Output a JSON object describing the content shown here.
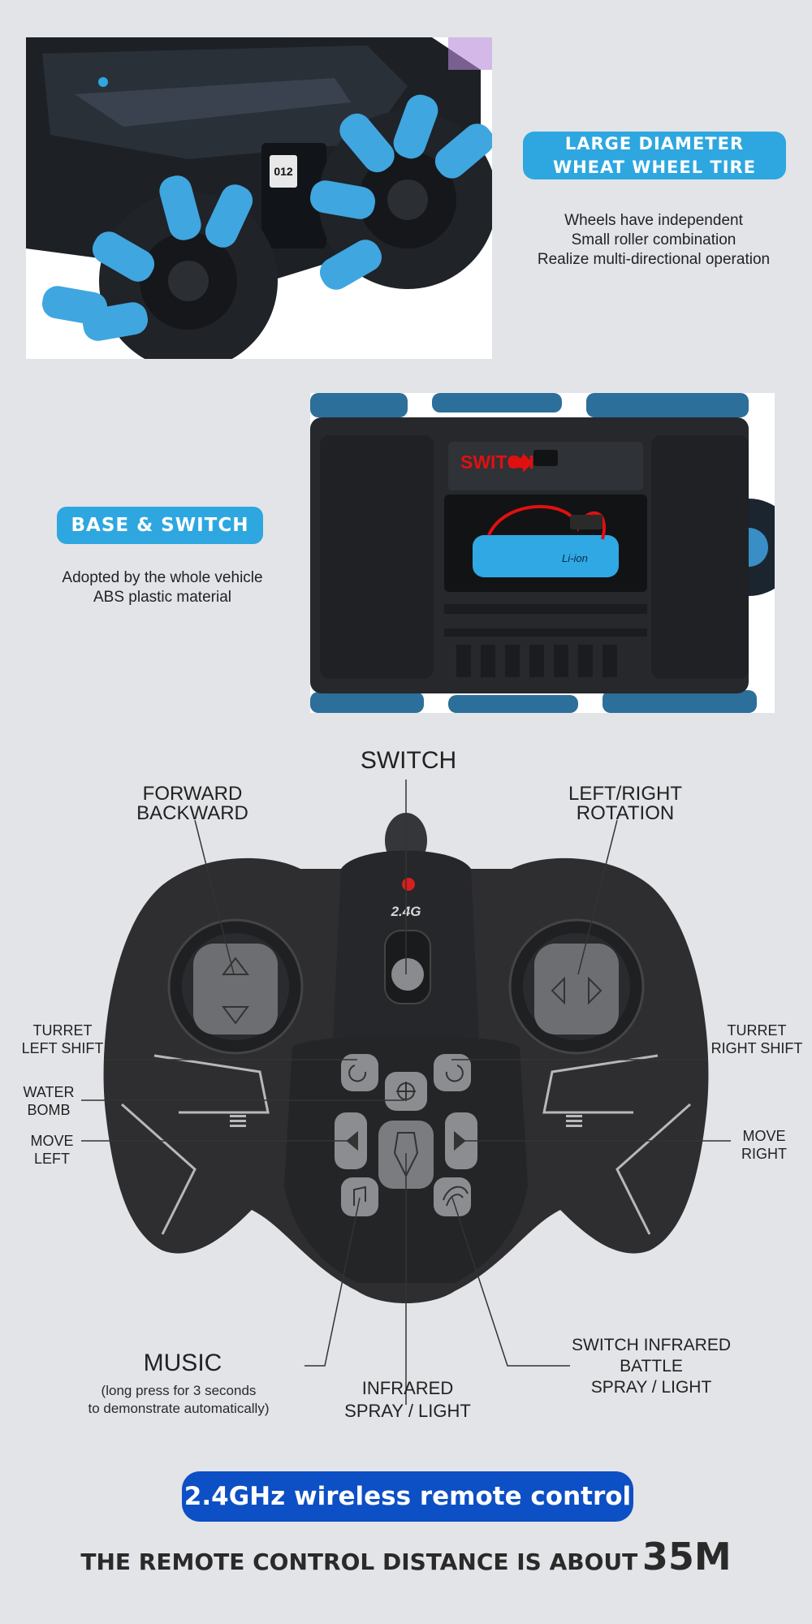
{
  "feature_1": {
    "badge_line1": "LARGE DIAMETER",
    "badge_line2": "WHEAT WHEEL TIRE",
    "desc": [
      "Wheels have independent",
      "Small roller combination",
      "Realize multi-directional operation"
    ],
    "model_label": "012"
  },
  "feature_2": {
    "badge": "BASE & SWITCH",
    "desc": [
      "Adopted by the whole vehicle",
      "ABS plastic material"
    ],
    "switch_callout": "SWITCH",
    "battery_label": "Li-ion"
  },
  "remote": {
    "freq_label": "2.4G",
    "switch": "SWITCH",
    "forward_backward": [
      "FORWARD",
      "BACKWARD"
    ],
    "left_right_rotation": [
      "LEFT/RIGHT",
      "ROTATION"
    ],
    "turret_left": [
      "TURRET",
      "LEFT SHIFT"
    ],
    "turret_right": [
      "TURRET",
      "RIGHT SHIFT"
    ],
    "water_bomb": [
      "WATER",
      "BOMB"
    ],
    "move_left": [
      "MOVE",
      "LEFT"
    ],
    "move_right": [
      "MOVE",
      "RIGHT"
    ],
    "music": "MUSIC",
    "music_note": [
      "(long press for 3 seconds",
      "to demonstrate automatically)"
    ],
    "infrared": [
      "INFRARED",
      "SPRAY / LIGHT"
    ],
    "switch_infrared": [
      "SWITCH INFRARED",
      "BATTLE",
      "SPRAY / LIGHT"
    ]
  },
  "footer": {
    "badge": "2.4GHz wireless remote control",
    "distance_text": "THE REMOTE CONTROL DISTANCE IS ABOUT",
    "distance_value": "35M"
  },
  "colors": {
    "background": "#e3e4e8",
    "accent_blue": "#2ea7e0",
    "footer_blue": "#0d4fc4",
    "switch_red": "#e01010",
    "remote_body": "#2e2e30"
  }
}
